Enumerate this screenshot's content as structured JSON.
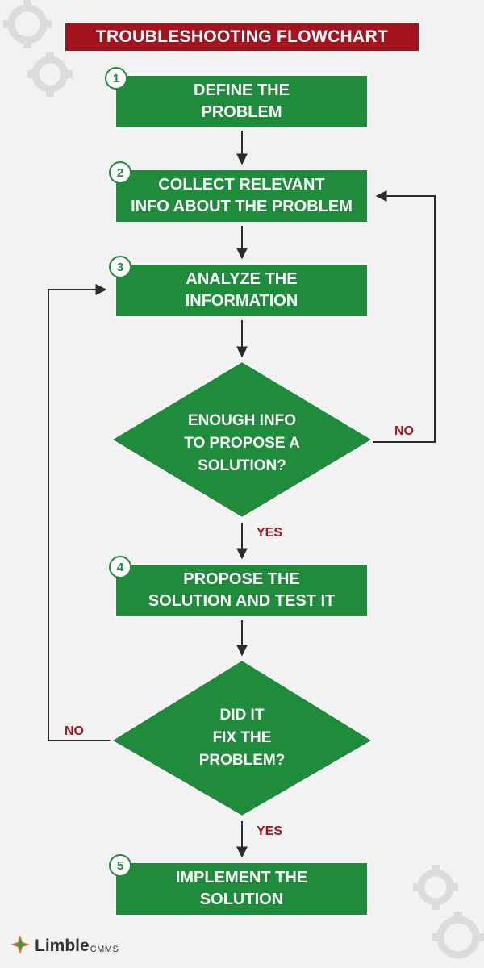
{
  "title": "TROUBLESHOOTING FLOWCHART",
  "colors": {
    "box_fill": "#1e8c3a",
    "title_fill": "#a3141f",
    "label_red": "#a3141f",
    "connector": "#2b2b2b"
  },
  "steps": [
    {
      "number": "1",
      "lines": [
        "DEFINE THE",
        "PROBLEM"
      ]
    },
    {
      "number": "2",
      "lines": [
        "COLLECT RELEVANT",
        "INFO ABOUT THE PROBLEM"
      ]
    },
    {
      "number": "3",
      "lines": [
        "ANALYZE THE",
        "INFORMATION"
      ]
    },
    {
      "number": "4",
      "lines": [
        "PROPOSE THE",
        "SOLUTION AND TEST IT"
      ]
    },
    {
      "number": "5",
      "lines": [
        "IMPLEMENT THE",
        "SOLUTION"
      ]
    }
  ],
  "decisions": [
    {
      "lines": [
        "ENOUGH INFO",
        "TO PROPOSE A",
        "SOLUTION?"
      ],
      "yes_label": "YES",
      "no_label": "NO"
    },
    {
      "lines": [
        "DID IT",
        "FIX THE",
        "PROBLEM?"
      ],
      "yes_label": "YES",
      "no_label": "NO"
    }
  ],
  "logo": {
    "word": "Limble",
    "suffix": "CMMS",
    "icon": "limble-leaf-logo-icon"
  },
  "decor": {
    "icon": "gears-icon"
  }
}
